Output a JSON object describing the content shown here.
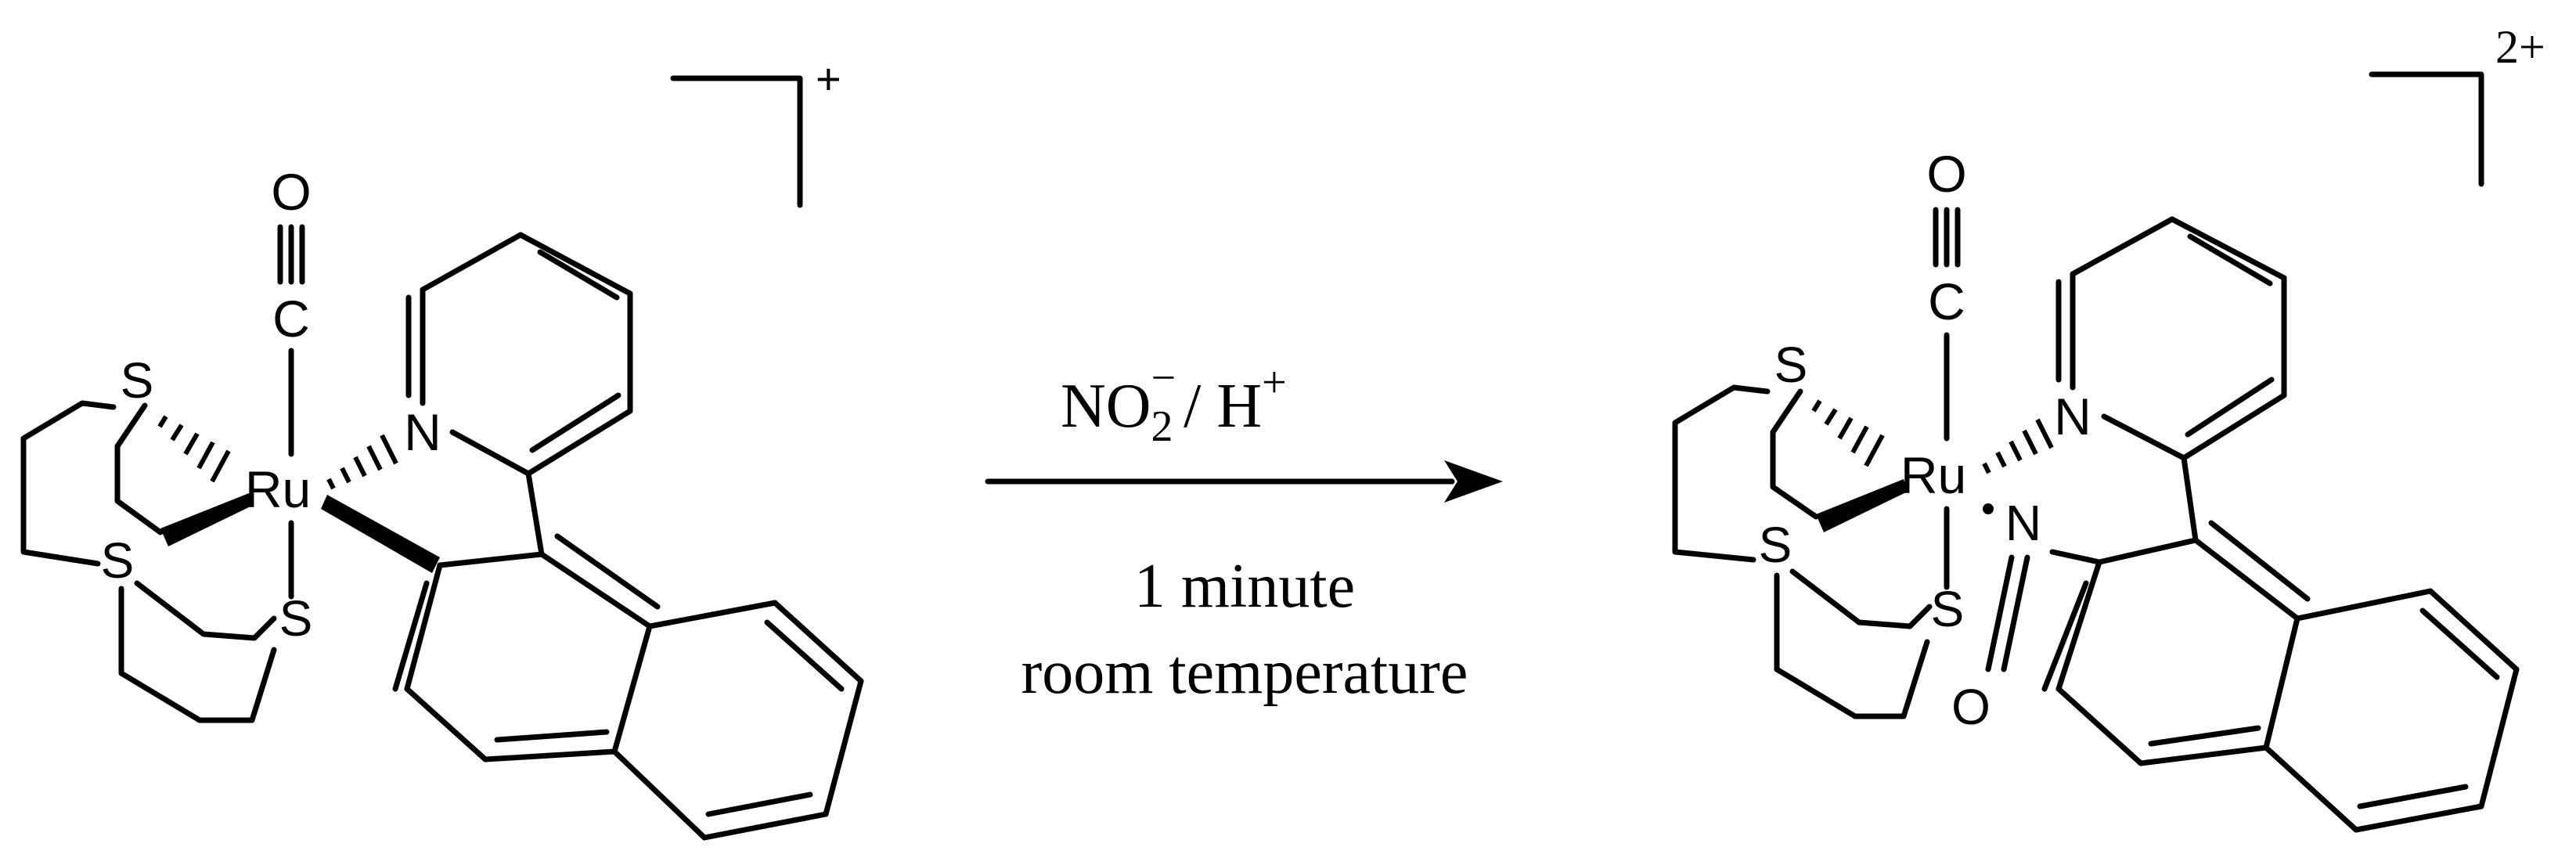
{
  "reactant": {
    "charge": "+",
    "atoms": {
      "metal": "Ru",
      "carbon": "C",
      "oxygen": "O",
      "nitrogen": "N",
      "sulfur_1": "S",
      "sulfur_2": "S",
      "sulfur_3": "S"
    }
  },
  "product": {
    "charge": "2+",
    "atoms": {
      "metal": "Ru",
      "carbon": "C",
      "oxygen": "O",
      "nitrogen_py": "N",
      "nitrosyl_n": "N",
      "nitrosyl_o": "O",
      "sulfur_1": "S",
      "sulfur_2": "S",
      "sulfur_3": "S"
    }
  },
  "arrow": {
    "reagent_main": "NO",
    "reagent_sub": "2",
    "reagent_sup": "−",
    "reagent_sep": "/ H",
    "reagent_sup2": "+",
    "condition_time": "1 minute",
    "condition_temp": "room temperature"
  }
}
